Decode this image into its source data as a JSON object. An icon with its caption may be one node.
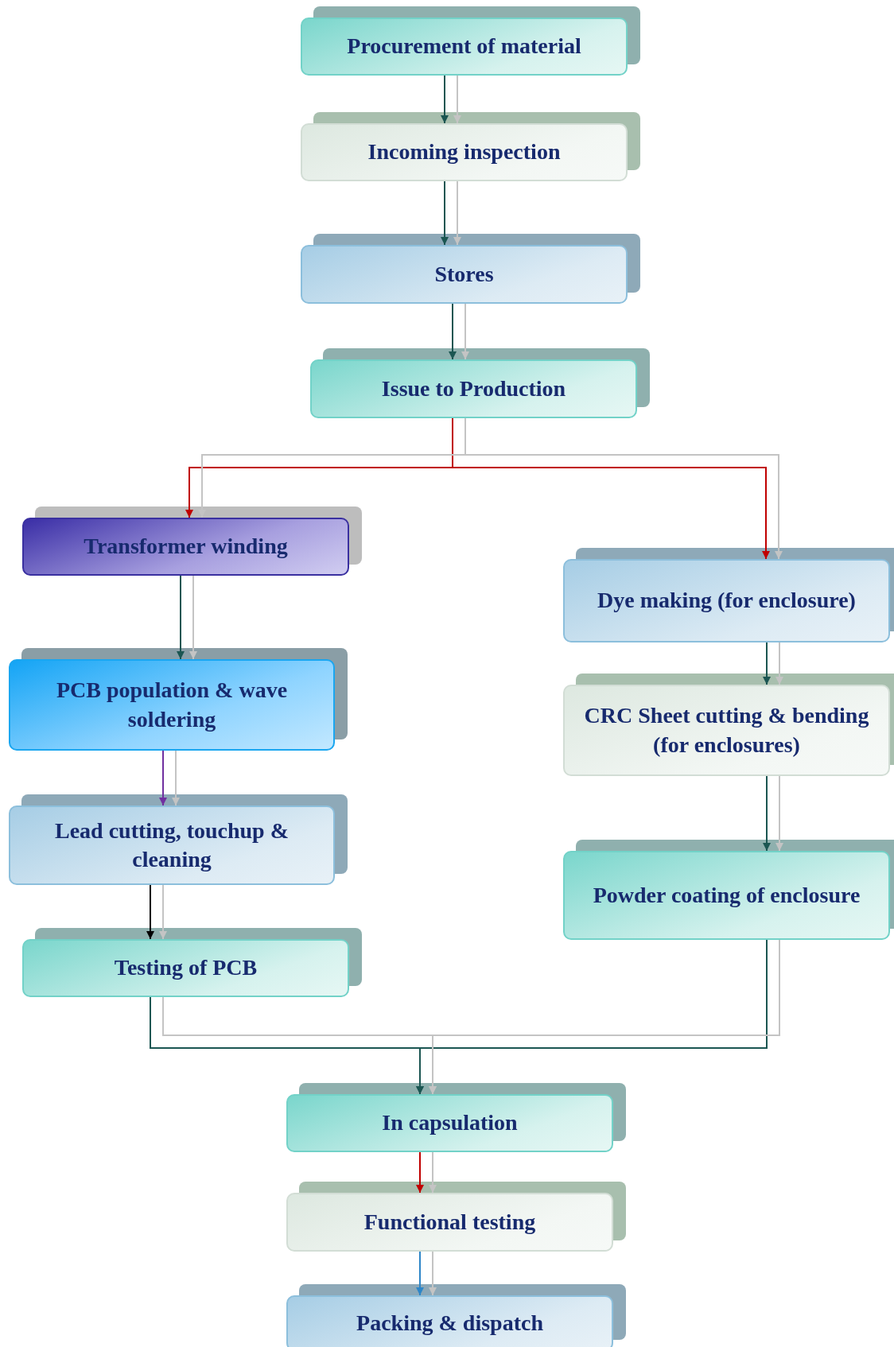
{
  "diagram": {
    "nodes": [
      {
        "text": [
          "Procurement of material"
        ]
      },
      {
        "text": [
          "Incoming inspection"
        ]
      },
      {
        "text": [
          "Stores"
        ]
      },
      {
        "text": [
          "Issue to Production"
        ]
      },
      {
        "text": [
          "Transformer winding"
        ]
      },
      {
        "text": [
          "PCB population & wave soldering"
        ]
      },
      {
        "text": [
          "Lead cutting, touchup & cleaning"
        ]
      },
      {
        "text": [
          "Testing of PCB"
        ]
      },
      {
        "text": [
          "Dye making (for enclosure)"
        ]
      },
      {
        "text": [
          "CRC Sheet cutting & bending (for enclosures)"
        ]
      },
      {
        "text": [
          "Powder coating of enclosure"
        ]
      },
      {
        "text": [
          "In capsulation"
        ]
      },
      {
        "text": [
          "Functional testing"
        ]
      },
      {
        "text": [
          "Packing & dispatch"
        ]
      }
    ],
    "edges": [
      {
        "from": 0,
        "to": 1,
        "arrow": "to",
        "color": "#1b5652"
      },
      {
        "from": 1,
        "to": 2,
        "arrow": "to",
        "color": "#1b5652"
      },
      {
        "from": 2,
        "to": 3,
        "arrow": "to",
        "color": "#1b5652"
      },
      {
        "from": 3,
        "to": 4,
        "arrow": "to",
        "color": "#c00000"
      },
      {
        "from": 3,
        "to": 8,
        "arrow": "to",
        "color": "#c00000"
      },
      {
        "from": 4,
        "to": 5,
        "arrow": "to",
        "color": "#1b5652"
      },
      {
        "from": 5,
        "to": 6,
        "arrow": "to",
        "color": "#7030a0"
      },
      {
        "from": 6,
        "to": 7,
        "arrow": "to",
        "color": "#000000"
      },
      {
        "from": 8,
        "to": 9,
        "arrow": "to",
        "color": "#1b5652"
      },
      {
        "from": 9,
        "to": 10,
        "arrow": "to",
        "color": "#1b5652"
      },
      {
        "from": 7,
        "to": 11,
        "arrow": "to",
        "color": "#1b5652"
      },
      {
        "from": 10,
        "to": 11,
        "arrow": "to",
        "color": "#1b5652"
      },
      {
        "from": 11,
        "to": 12,
        "arrow": "to",
        "color": "#c00000"
      },
      {
        "from": 12,
        "to": 13,
        "arrow": "to",
        "color": "#2e86c8"
      },
      {
        "from": 0,
        "to": 1,
        "arrow": "to"
      },
      {
        "from": 1,
        "to": 2,
        "arrow": "to"
      },
      {
        "from": 2,
        "to": 3,
        "arrow": "to"
      },
      {
        "from": 3,
        "to": 4,
        "arrow": "to"
      },
      {
        "from": 3,
        "to": 8,
        "arrow": "to"
      },
      {
        "from": 4,
        "to": 5,
        "arrow": "to"
      },
      {
        "from": 5,
        "to": 6,
        "arrow": "to"
      },
      {
        "from": 6,
        "to": 7,
        "arrow": "to"
      },
      {
        "from": 8,
        "to": 9,
        "arrow": "to"
      },
      {
        "from": 9,
        "to": 10,
        "arrow": "to"
      },
      {
        "from": 7,
        "to": 11,
        "arrow": "to"
      },
      {
        "from": 10,
        "to": 11,
        "arrow": "to"
      },
      {
        "from": 11,
        "to": 12,
        "arrow": "to"
      },
      {
        "from": 12,
        "to": 13,
        "arrow": "to"
      }
    ]
  }
}
